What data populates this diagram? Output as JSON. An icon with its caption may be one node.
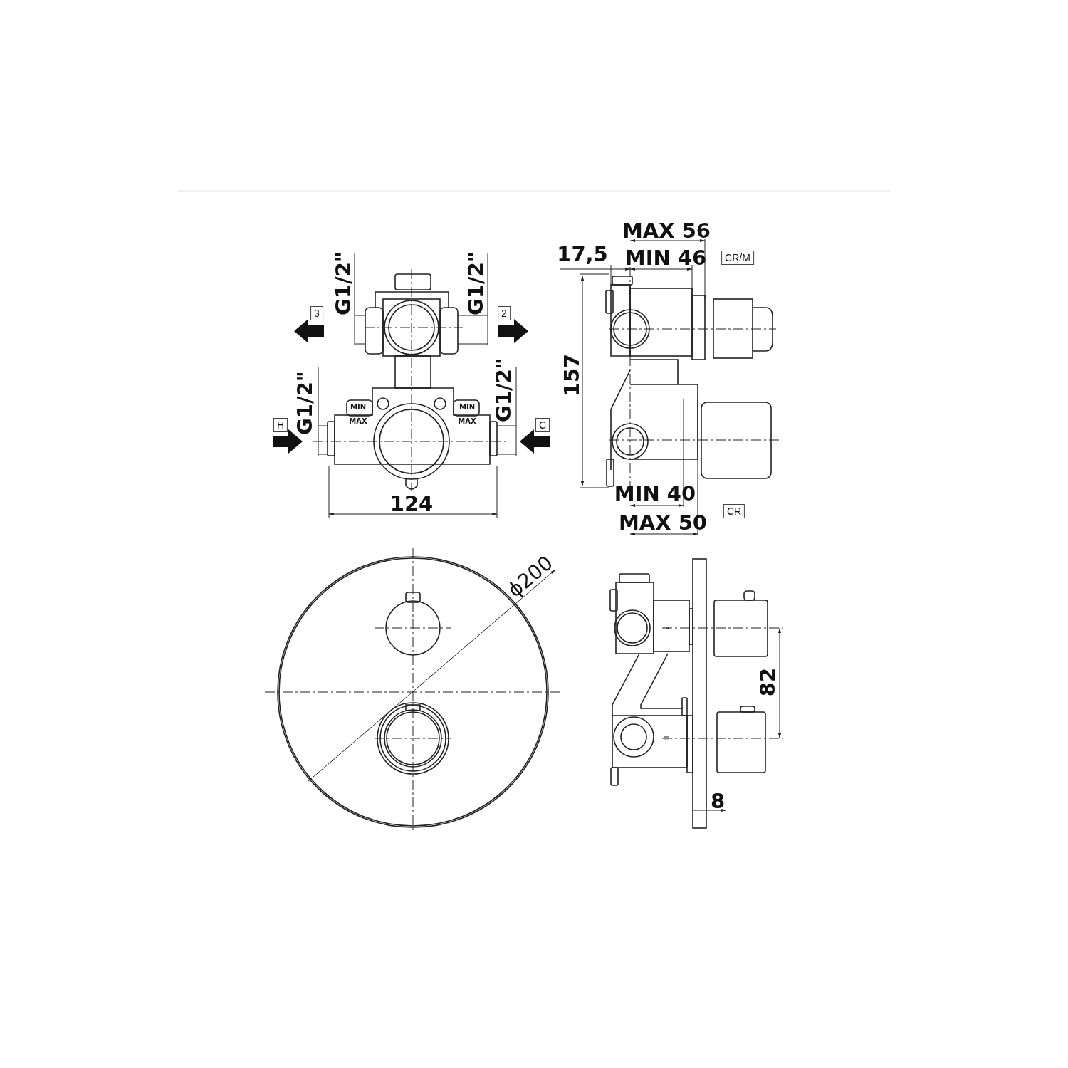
{
  "diagram": {
    "labels": [
      "G1/2\"",
      "G1/2\"",
      "3",
      "2",
      "G1/2\"",
      "G1/2\"",
      "MIN",
      "MAX",
      "MIN",
      "MAX",
      "H",
      "C",
      "124",
      "17,5",
      "MAX 56",
      "MIN 46",
      "CR/M",
      "157",
      "MIN 40",
      "MAX 50",
      "CR",
      "ϕ200",
      "2",
      "H",
      "82",
      "8"
    ]
  }
}
